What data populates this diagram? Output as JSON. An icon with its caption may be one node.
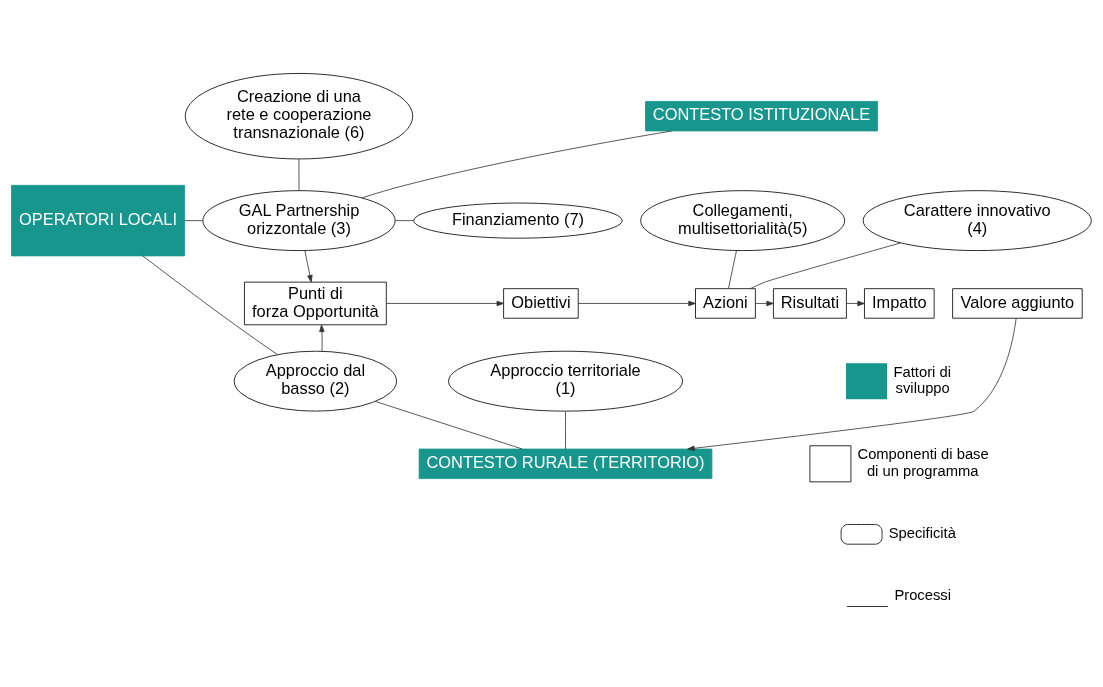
{
  "diagram": {
    "nodes": [
      {
        "text": [
          "CONTESTO ISTITUZIONALE"
        ]
      },
      {
        "text": [
          "OPERATORI LOCALI"
        ]
      },
      {
        "text": [
          "GAL Partnership orizzontale  (3)"
        ]
      },
      {
        "text": [
          "Creazione di una rete e cooperazione transnazionale (6)"
        ]
      },
      {
        "text": [
          "Finanziamento (7)"
        ]
      },
      {
        "text": [
          "Carattere innovativo  (4)"
        ]
      },
      {
        "text": [
          "Collegamenti, multisettorialità(5)"
        ]
      },
      {
        "text": [
          "Punti di forza Opportunità"
        ]
      },
      {
        "text": [
          "Obiettivi"
        ]
      },
      {
        "text": [
          "Azioni"
        ]
      },
      {
        "text": [
          "Risultati"
        ]
      },
      {
        "text": [
          "Impatto"
        ]
      },
      {
        "text": [
          "Valore aggiunto"
        ]
      },
      {
        "text": [
          "Approccio dal basso (2)"
        ]
      },
      {
        "text": [
          "Approccio territoriale  (1)"
        ]
      },
      {
        "text": [
          "CONTESTO RURALE (TERRITORIO)"
        ]
      }
    ],
    "edges": [
      {
        "from": 0,
        "to": 2,
        "arrow": "none"
      },
      {
        "from": 1,
        "to": 2,
        "arrow": "none"
      },
      {
        "from": 2,
        "to": 3,
        "arrow": "none"
      },
      {
        "from": 2,
        "to": 4,
        "arrow": "none"
      },
      {
        "from": 2,
        "to": 7,
        "arrow": "to"
      },
      {
        "from": 7,
        "to": 8,
        "arrow": "to"
      },
      {
        "from": 8,
        "to": 9,
        "arrow": "to"
      },
      {
        "from": 9,
        "to": 10,
        "arrow": "to"
      },
      {
        "from": 10,
        "to": 11,
        "arrow": "to"
      },
      {
        "from": 5,
        "to": 9,
        "arrow": "none"
      },
      {
        "from": 6,
        "to": 9,
        "arrow": "none"
      },
      {
        "from": 13,
        "to": 7,
        "arrow": "to"
      },
      {
        "from": 1,
        "to": 13,
        "arrow": "none"
      },
      {
        "from": 13,
        "to": 15,
        "arrow": "none"
      },
      {
        "from": 14,
        "to": 15,
        "arrow": "none"
      },
      {
        "from": 12,
        "to": 15,
        "arrow": "to"
      }
    ],
    "legend": [
      {
        "text": "Fattori di sviluppo",
        "color": "#17968e"
      },
      {
        "text": "Componenti di base di un programma"
      },
      {
        "text": "Specificità"
      },
      {
        "text": "Processi"
      }
    ]
  }
}
